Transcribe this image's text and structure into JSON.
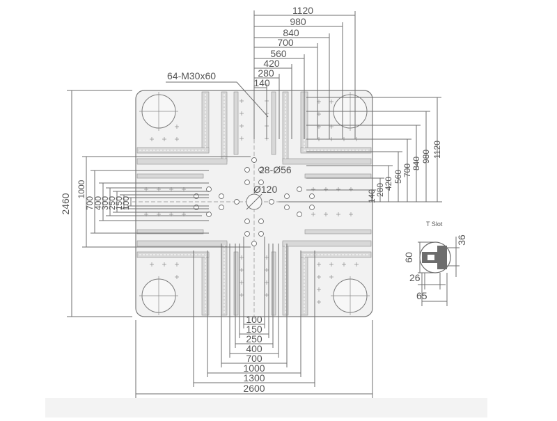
{
  "callouts": {
    "thread_holes": "64-M30x60",
    "locating_holes": "28-Ø56",
    "center_hole": "Ø120"
  },
  "tslot": {
    "title": "T Slot",
    "dim_60": "60",
    "dim_36": "36",
    "dim_26": "26",
    "dim_65": "65"
  },
  "dimensions": {
    "top": [
      "1120",
      "980",
      "840",
      "700",
      "560",
      "420",
      "280",
      "140"
    ],
    "right": [
      "1120",
      "980",
      "840",
      "700",
      "560",
      "420",
      "280",
      "140"
    ],
    "bottom": [
      "100",
      "150",
      "250",
      "400",
      "700",
      "1000",
      "1300"
    ],
    "left": [
      "1000",
      "700",
      "400",
      "300",
      "250",
      "150",
      "100"
    ],
    "overall_width": "2600",
    "overall_height": "2460"
  }
}
